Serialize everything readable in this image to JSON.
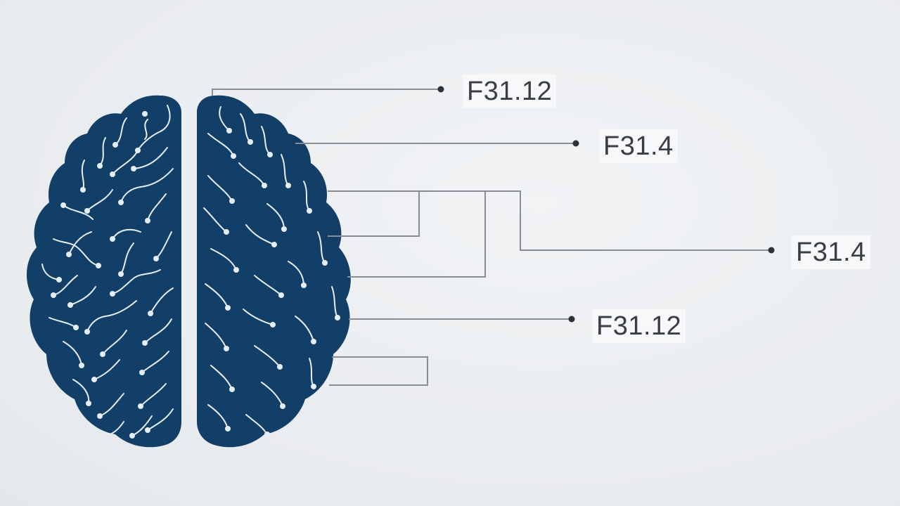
{
  "labels": [
    {
      "code": "F31.12"
    },
    {
      "code": "F31.4"
    },
    {
      "code": "F31.4"
    },
    {
      "code": "F31.12"
    }
  ],
  "colors": {
    "background": "#eceff2",
    "brain_fill": "#123f68",
    "brain_lines": "#e7eef5",
    "connector": "#8a8d91",
    "label_text": "#3a3d42"
  },
  "icons": {
    "brain": "brain-icon"
  }
}
